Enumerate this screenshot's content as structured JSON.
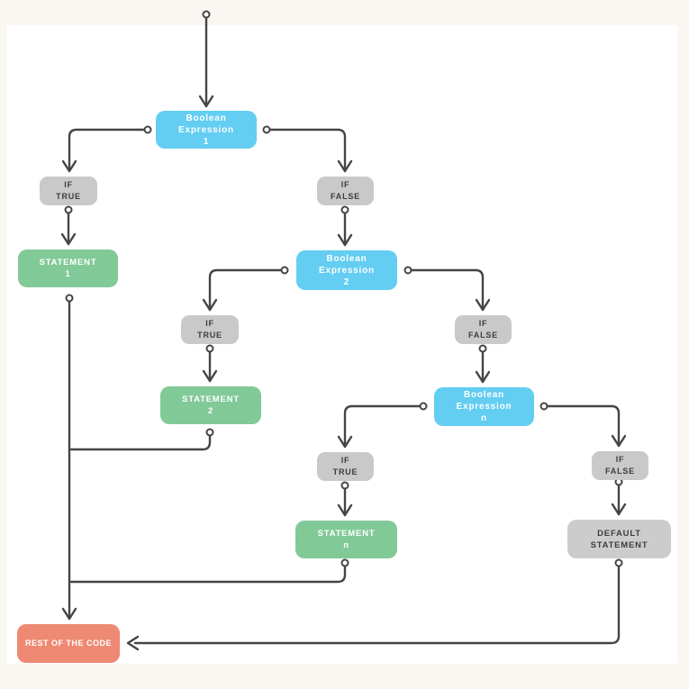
{
  "palette": {
    "condition_blue": "#63cdf2",
    "statement_green": "#82c998",
    "branch_gray": "#c9c9c9",
    "end_salmon": "#ee8a73",
    "connector_dark": "#454545",
    "canvas_white": "#ffffff",
    "page_cream": "#faf7f2",
    "text_dark": "#3d3d3d",
    "text_light": "#ffffff"
  },
  "nodes": {
    "be1": {
      "label": "Boolean\nExpression\n1"
    },
    "if_true_1": {
      "label": "IF\nTRUE"
    },
    "if_false_1": {
      "label": "IF\nFALSE"
    },
    "statement_1": {
      "label": "STATEMENT\n1"
    },
    "be2": {
      "label": "Boolean\nExpression\n2"
    },
    "if_true_2": {
      "label": "IF\nTRUE"
    },
    "if_false_2": {
      "label": "IF\nFALSE"
    },
    "statement_2": {
      "label": "STATEMENT\n2"
    },
    "ben": {
      "label": "Boolean\nExpression\nn"
    },
    "if_true_n": {
      "label": "IF\nTRUE"
    },
    "if_false_n": {
      "label": "IF\nFALSE"
    },
    "statement_n": {
      "label": "STATEMENT\nn"
    },
    "default_statement": {
      "label": "DEFAULT\nSTATEMENT"
    },
    "rest_of_code": {
      "label": "REST OF THE CODE"
    }
  }
}
